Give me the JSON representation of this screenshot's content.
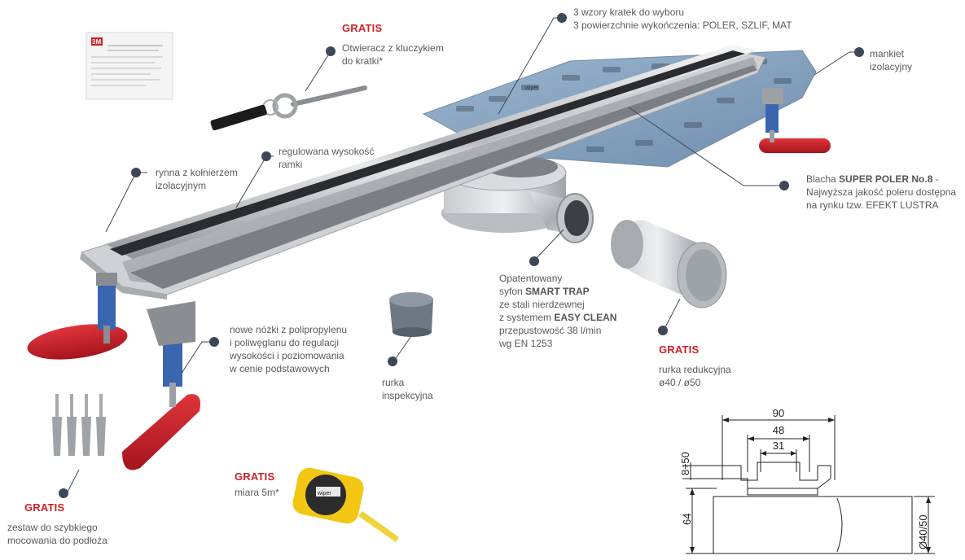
{
  "labels": {
    "gratis_opener": "GRATIS",
    "opener_line1": "Otwieracz z kluczykiem",
    "opener_line2": "do kratki*",
    "grille_line1": "3 wzory kratek do wyboru",
    "grille_line2": "3 powierzchnie wykończenia: POLER, SZLIF, MAT",
    "collar_line1": "mankiet",
    "collar_line2": "izolacyjny",
    "height_line1": "regulowana wysokość",
    "height_line2": "ramki",
    "channel_line1": "rynna z kołnierzem",
    "channel_line2": "izolacyjnym",
    "sheet_prefix": "Blacha ",
    "sheet_bold": "SUPER POLER No.8",
    "sheet_suffix": " -",
    "sheet_line2": "Najwyższa jakość poleru dostępna",
    "sheet_line3": "na rynku tzw. EFEKT LUSTRA",
    "trap_line1": "Opatentowany",
    "trap_line2_prefix": "syfon ",
    "trap_line2_bold": "SMART TRAP",
    "trap_line3": "ze stali nierdzewnej",
    "trap_line4_prefix": "z systemem ",
    "trap_line4_bold": "EASY CLEAN",
    "trap_line5": "przepustowość 38 l/min",
    "trap_line6": "wg EN 1253",
    "gratis_reducer": "GRATIS",
    "reducer_line1": "rurka redukcyjna",
    "reducer_line2": "ø40 / ø50",
    "inspection_line1": "rurka",
    "inspection_line2": "inspekcyjna",
    "feet_line1": "nowe nóżki z polipropylenu",
    "feet_line2": "i poliwęglanu do regulacji",
    "feet_line3": "wysokości i poziomowania",
    "feet_line4": "w cenie podstawowych",
    "gratis_tape": "GRATIS",
    "tape_line1": "miara 5m*",
    "gratis_anchors": "GRATIS",
    "anchors_line1": "zestaw do szybkiego",
    "anchors_line2": "mocowania do podłoża"
  },
  "product_marks": {
    "wipe_brand": "3M",
    "tape_brand": "wiper",
    "membrane_brand": "wiper"
  },
  "drawing": {
    "width_outer": "90",
    "width_mid": "48",
    "width_inner": "31",
    "height_frame": "8÷50",
    "height_body": "64",
    "outlet_diameter": "Ø40/50"
  },
  "colors": {
    "accent_red": "#d21f26",
    "dot": "#3d4757",
    "membrane_blue": "#7f9fbf",
    "foot_red": "#c8202a",
    "screw_blue": "#3a66b0"
  }
}
